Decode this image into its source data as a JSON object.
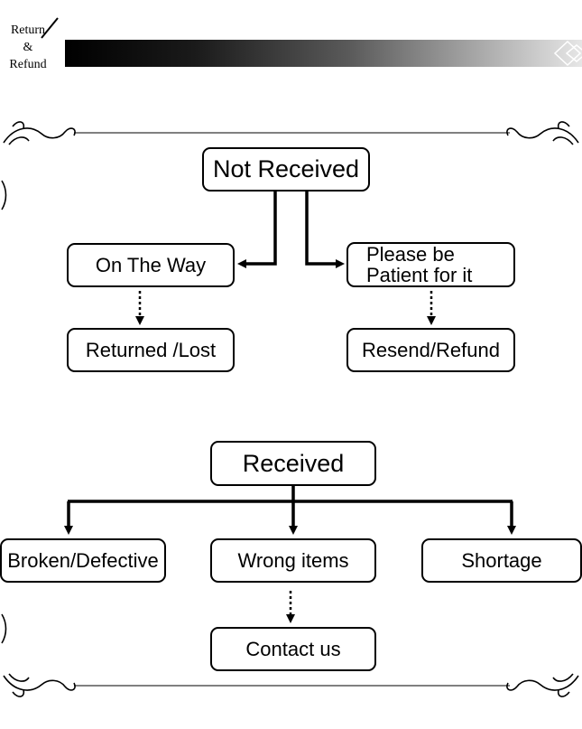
{
  "logo": {
    "line1": "Return",
    "line2": "&",
    "line3": "Refund"
  },
  "colors": {
    "ink": "#000000",
    "banner_start": "#000000",
    "banner_end": "#e6e6e6"
  },
  "icons": [
    "pen-slash-icon",
    "diamond-icon",
    "flourish-corner-icon"
  ],
  "not_received": {
    "title": "Not Received",
    "on_the_way": "On The Way",
    "patient_line1": "Please be",
    "patient_line2": "Patient for it",
    "returned_lost": "Returned /Lost",
    "resend_refund": "Resend/Refund"
  },
  "received": {
    "title": "Received",
    "broken": "Broken/Defective",
    "wrong_items": "Wrong items",
    "shortage": "Shortage",
    "contact_us": "Contact us"
  }
}
